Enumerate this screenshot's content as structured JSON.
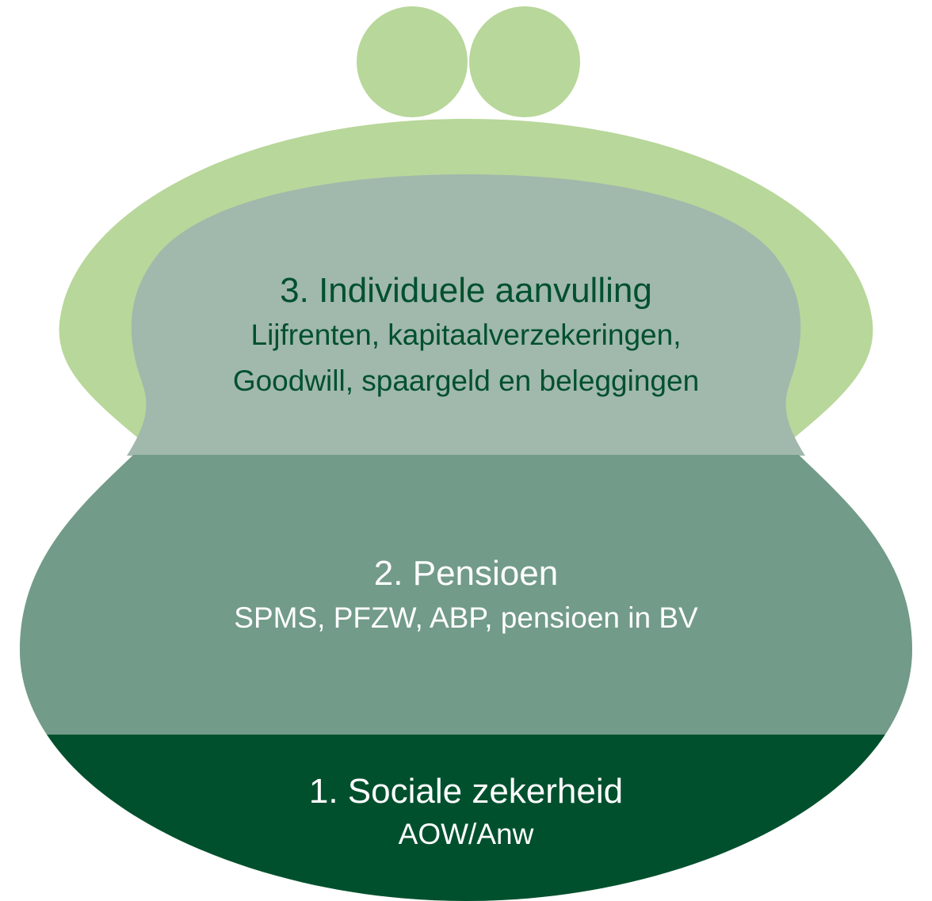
{
  "colors": {
    "outer_light": "#b8d79a",
    "layer_3": "#a1b8ad",
    "layer_2": "#729b89",
    "layer_1": "#00502e",
    "text_dark": "#00502e",
    "text_light": "#ffffff"
  },
  "layers": [
    {
      "title": "3. Individuele aanvulling",
      "lines": [
        "Lijfrenten, kapitaalverzekeringen,",
        "Goodwill, spaargeld en beleggingen"
      ]
    },
    {
      "title": "2. Pensioen",
      "lines": [
        "SPMS, PFZW, ABP, pensioen in BV"
      ]
    },
    {
      "title": "1. Sociale zekerheid",
      "lines": [
        "AOW/Anw"
      ]
    }
  ]
}
